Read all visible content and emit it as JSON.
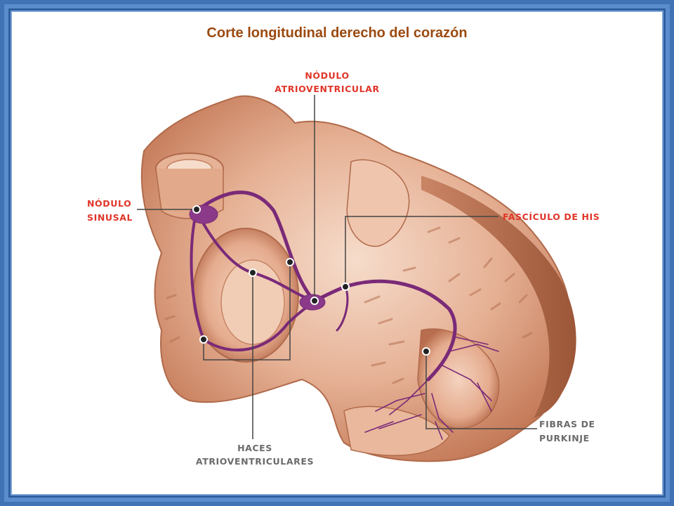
{
  "title": "Corte longitudinal derecho del corazón",
  "labels": {
    "nodulo_av_line1": "NÓDULO",
    "nodulo_av_line2": "ATRIOVENTRICULAR",
    "nodulo_sinusal_line1": "NÓDULO",
    "nodulo_sinusal_line2": "SINUSAL",
    "fasciculo_his": "FASCÍCULO DE HIS",
    "haces_line1": "HACES",
    "haces_line2": "ATRIOVENTRICULARES",
    "fibras_line1": "FIBRAS DE",
    "fibras_line2": "PURKINJE"
  },
  "colors": {
    "tissue_light": "#f3d2bd",
    "tissue_mid": "#e2a98a",
    "tissue_dark": "#c77c5b",
    "tissue_shadow": "#a45e40",
    "conduction": "#7a2a78",
    "label_red": "#e0362a",
    "label_gray": "#6b6b6b",
    "title": "#9b4a10",
    "frame": "#3f73b6"
  }
}
